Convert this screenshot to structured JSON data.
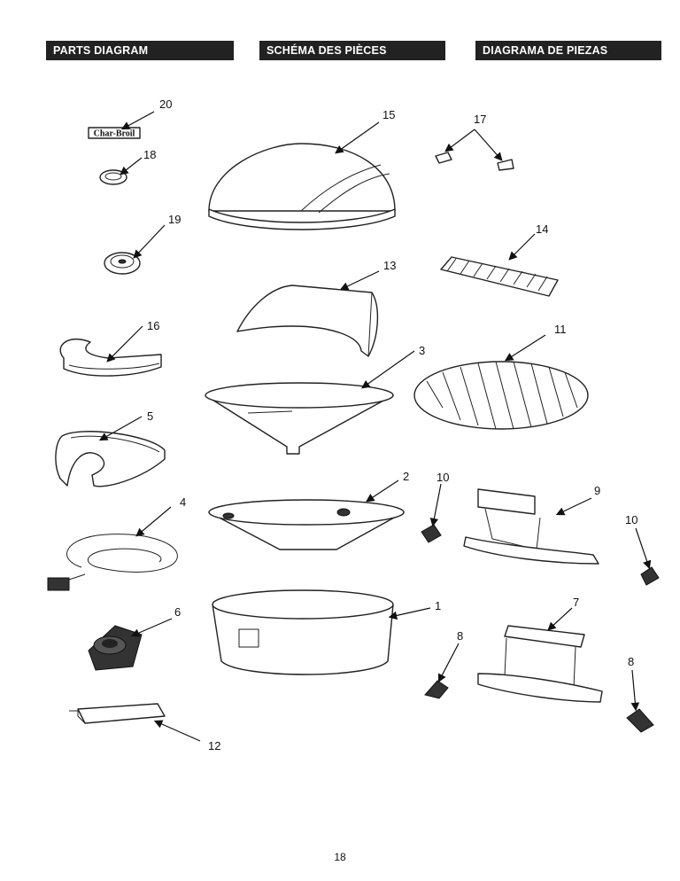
{
  "headers": {
    "en": "PARTS DIAGRAM",
    "fr": "SCHÉMA DES PIÈCES",
    "es": "DIAGRAMA DE PIEZAS"
  },
  "logo_text": "Char-Broil",
  "callouts": {
    "p1": "1",
    "p2": "2",
    "p3": "3",
    "p4": "4",
    "p5": "5",
    "p6": "6",
    "p7": "7",
    "p8a": "8",
    "p8b": "8",
    "p9": "9",
    "p10a": "10",
    "p10b": "10",
    "p11": "11",
    "p12": "12",
    "p13": "13",
    "p14": "14",
    "p15": "15",
    "p16": "16",
    "p17": "17",
    "p18": "18",
    "p19": "19",
    "p20": "20"
  },
  "page_number": "18"
}
